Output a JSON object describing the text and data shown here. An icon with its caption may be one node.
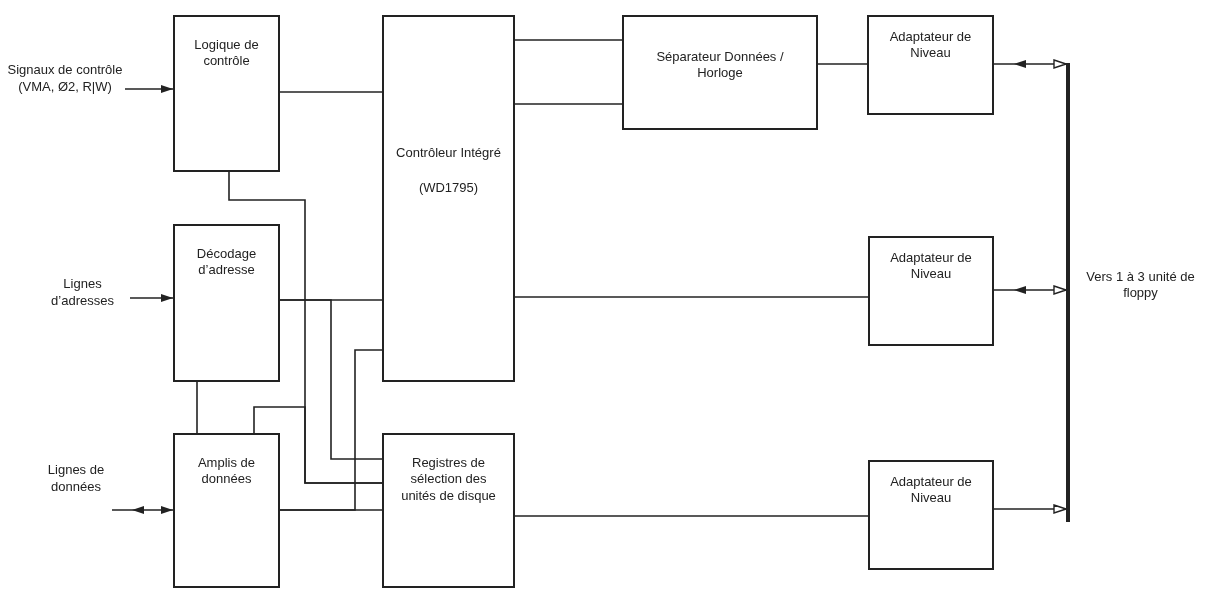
{
  "diagram": {
    "nodes": [
      {
        "text": [
          "Signaux de contrôle (VMA, Ø2, R|W)"
        ]
      },
      {
        "text": [
          "Logique de contrôle"
        ]
      },
      {
        "text": [
          "Lignes d’adresses"
        ]
      },
      {
        "text": [
          "Décodage d’adresse"
        ]
      },
      {
        "text": [
          "Lignes de données"
        ]
      },
      {
        "text": [
          "Amplis de données"
        ]
      },
      {
        "text": [
          "Contrôleur Intégré (WD1795)"
        ]
      },
      {
        "text": [
          "Registres de sélection des unités de disque"
        ]
      },
      {
        "text": [
          "Séparateur Données / Horloge"
        ]
      },
      {
        "text": [
          "Adaptateur de Niveau"
        ]
      },
      {
        "text": [
          "Adaptateur de Niveau"
        ]
      },
      {
        "text": [
          "Adaptateur de Niveau"
        ]
      },
      {
        "text": [],
        "shape": "bar",
        "beside": [
          "Vers 1 à 3 unité de floppy"
        ]
      }
    ],
    "edges": [
      {
        "from": 0,
        "to": 1,
        "arrow": "to"
      },
      {
        "from": 2,
        "to": 3,
        "arrow": "to"
      },
      {
        "from": 4,
        "to": 5,
        "arrow": "both"
      },
      {
        "from": 1,
        "to": 6,
        "arrow": "none"
      },
      {
        "from": 1,
        "to": 7,
        "arrow": "none"
      },
      {
        "from": 3,
        "to": 6,
        "arrow": "none"
      },
      {
        "from": 3,
        "to": 7,
        "arrow": "none"
      },
      {
        "from": 3,
        "to": 5,
        "arrow": "none"
      },
      {
        "from": 5,
        "to": 7,
        "arrow": "none"
      },
      {
        "from": 5,
        "to": 7,
        "arrow": "none"
      },
      {
        "from": 6,
        "to": 5,
        "arrow": "none"
      },
      {
        "from": 6,
        "to": 8,
        "arrow": "none"
      },
      {
        "from": 6,
        "to": 8,
        "arrow": "none"
      },
      {
        "from": 8,
        "to": 9,
        "arrow": "none"
      },
      {
        "from": 6,
        "to": 10,
        "arrow": "none"
      },
      {
        "from": 7,
        "to": 11,
        "arrow": "none"
      },
      {
        "from": 9,
        "to": 12,
        "arrow": "both"
      },
      {
        "from": 10,
        "to": 12,
        "arrow": "both"
      },
      {
        "from": 11,
        "to": 12,
        "arrow": "to"
      }
    ]
  }
}
